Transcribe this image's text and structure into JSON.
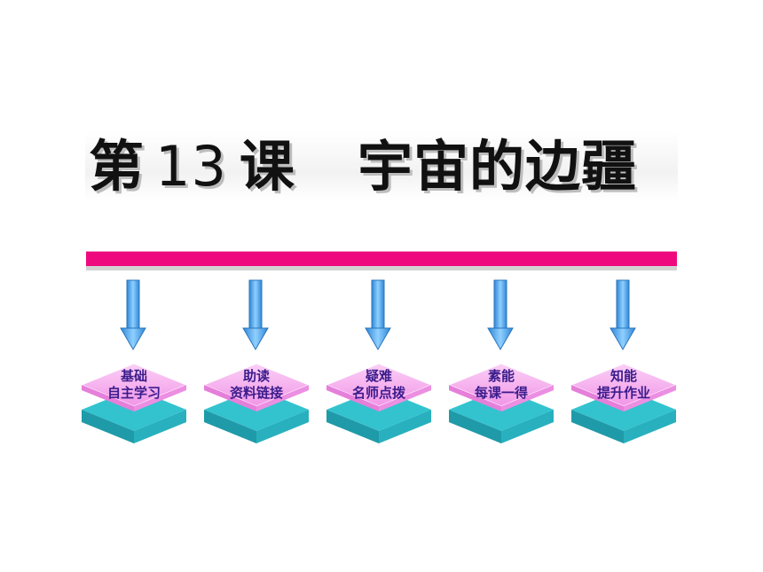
{
  "title": {
    "prefix": "第",
    "number": "13",
    "suffix": "课",
    "name": "宇宙的边疆"
  },
  "colors": {
    "bar": "#ee0a7e",
    "arrow": "#5aaef0",
    "tile_top": "#f6a8ef",
    "tile_side": "#3bc8d4",
    "label": "#3a1c8c"
  },
  "steps": [
    {
      "line1": "基础",
      "line2": "自主学习"
    },
    {
      "line1": "助读",
      "line2": "资料链接"
    },
    {
      "line1": "疑难",
      "line2": "名师点拨"
    },
    {
      "line1": "素能",
      "line2": "每课一得"
    },
    {
      "line1": "知能",
      "line2": "提升作业"
    }
  ]
}
